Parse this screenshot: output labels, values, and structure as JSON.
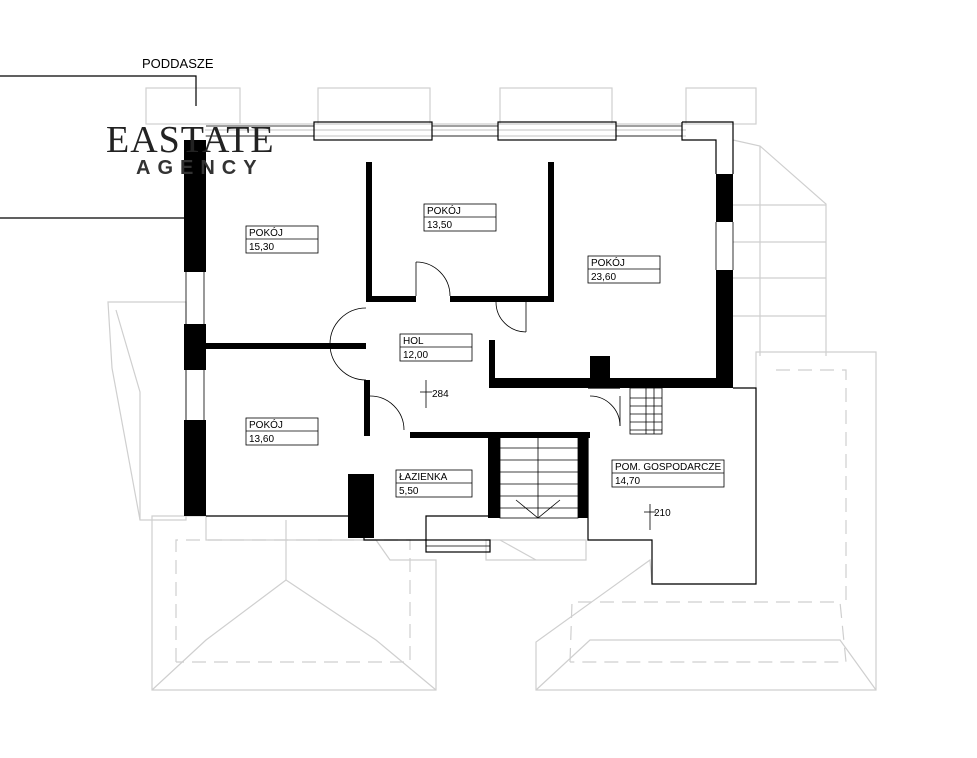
{
  "level_title": "PODDASZE",
  "logo": {
    "main": "EASTATE",
    "sub": "AGENCY"
  },
  "rooms": [
    {
      "id": "pokoj-1",
      "name": "POKÓJ",
      "area": "15,30"
    },
    {
      "id": "pokoj-2",
      "name": "POKÓJ",
      "area": "13,50"
    },
    {
      "id": "pokoj-3",
      "name": "POKÓJ",
      "area": "23,60"
    },
    {
      "id": "hol",
      "name": "HOL",
      "area": "12,00"
    },
    {
      "id": "pokoj-4",
      "name": "POKÓJ",
      "area": "13,60"
    },
    {
      "id": "lazienka",
      "name": "ŁAZIENKA",
      "area": "5,50"
    },
    {
      "id": "gospodarcze",
      "name": "POM. GOSPODARCZE",
      "area": "14,70"
    }
  ],
  "height_marks": [
    {
      "id": "h1",
      "value": "284"
    },
    {
      "id": "h2",
      "value": "210"
    }
  ],
  "colors": {
    "wall": "#000000",
    "ghost": "#cfcfcf",
    "logo": "#222222"
  }
}
